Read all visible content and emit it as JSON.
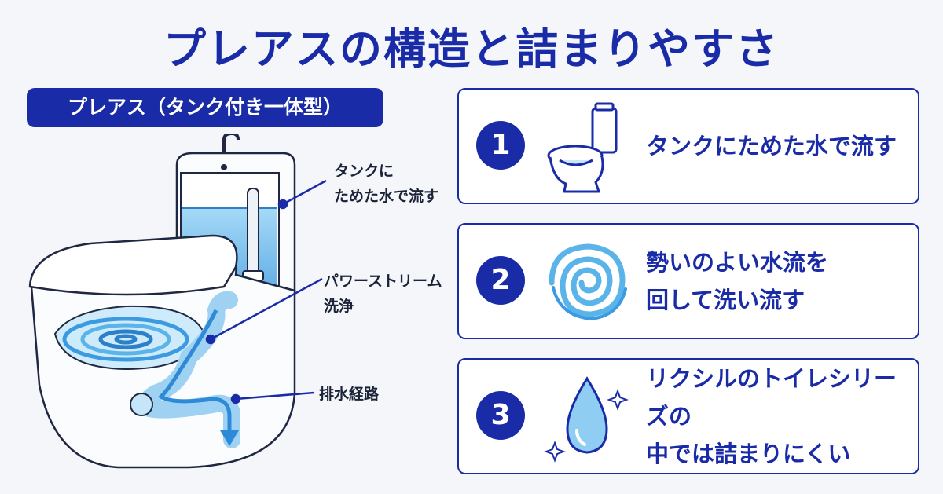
{
  "title": "プレアスの構造と詰まりやすさ",
  "subtitle": "プレアス（タンク付き一体型）",
  "callouts": {
    "tank_line1": "タンクに",
    "tank_line2": "ためた水で流す",
    "power_line1": "パワーストリーム",
    "power_line2": "洗浄",
    "drain": "排水経路"
  },
  "cards": [
    {
      "number": "1",
      "icon": "toilet-icon",
      "line1": "タンクにためた水で流す",
      "line2": ""
    },
    {
      "number": "2",
      "icon": "swirl-icon",
      "line1": "勢いのよい水流を",
      "line2": "回して洗い流す"
    },
    {
      "number": "3",
      "icon": "water-drop-icon",
      "line1": "リクシルのトイレシリーズの",
      "line2": "中では詰まりにくい"
    }
  ],
  "colors": {
    "brand": "#1a2ba8",
    "water": "#5ab4ea",
    "card_bg": "#ffffff",
    "page_bg": "#f4f6fa"
  }
}
